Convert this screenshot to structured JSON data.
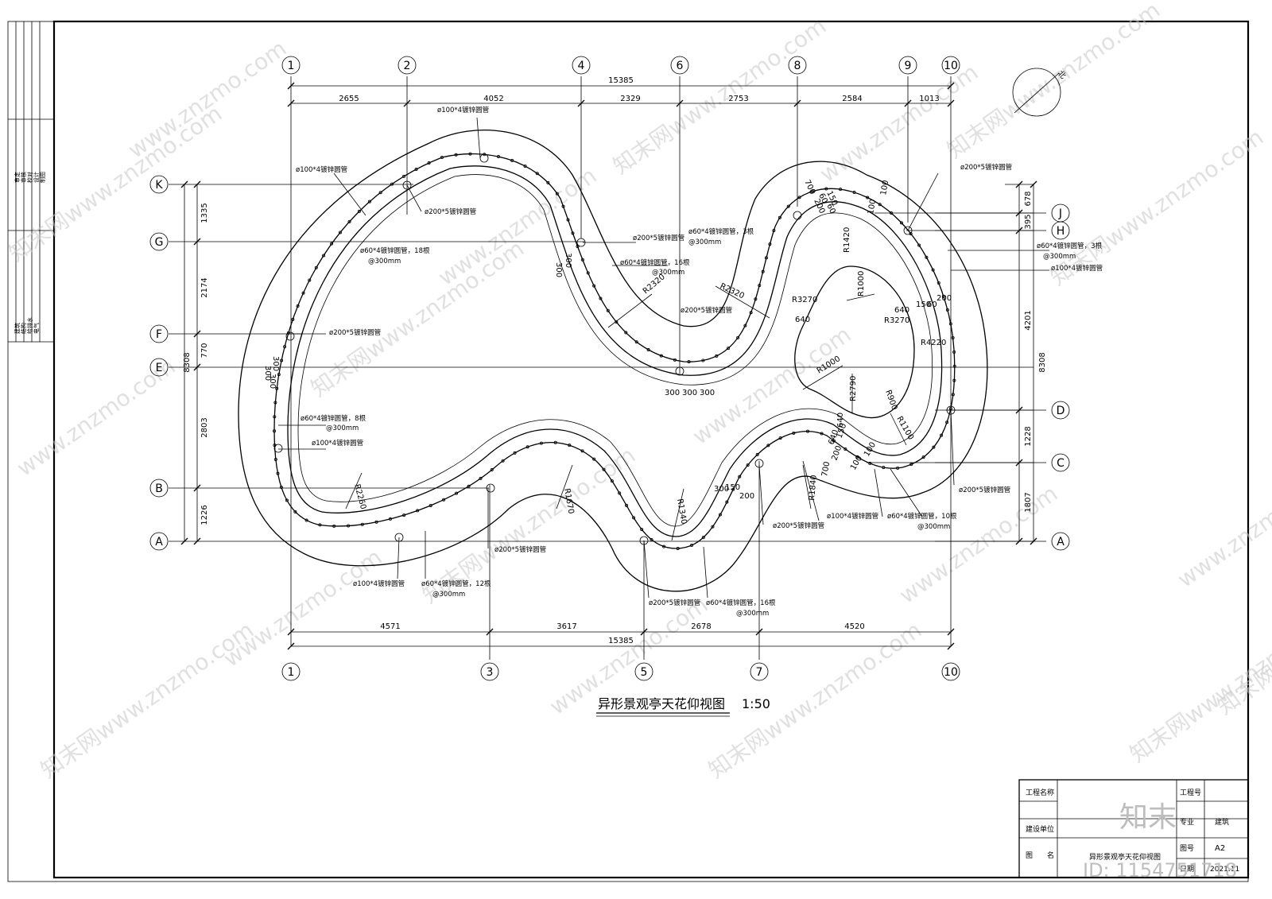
{
  "drawing": {
    "title": "异形景观亭天花仰视图",
    "scale": "1:50",
    "north_label": "北"
  },
  "axes": {
    "top": [
      "1",
      "2",
      "4",
      "6",
      "8",
      "9",
      "10"
    ],
    "bottom": [
      "1",
      "3",
      "5",
      "7",
      "10"
    ],
    "left": [
      "K",
      "G",
      "F",
      "E",
      "B",
      "A"
    ],
    "right": [
      "J",
      "H",
      "D",
      "C",
      "A"
    ]
  },
  "dimensions": {
    "top_total": "15385",
    "top_segments": [
      "2655",
      "4052",
      "2329",
      "2753",
      "2584",
      "1013"
    ],
    "bottom_total": "15385",
    "bottom_segments": [
      "4571",
      "3617",
      "2678",
      "4520"
    ],
    "left_total": "8308",
    "left_segments": [
      "1335",
      "2174",
      "770",
      "2803",
      "1226"
    ],
    "right_total": "8308",
    "right_segments": [
      "678",
      "395",
      "4201",
      "1228",
      "1807"
    ]
  },
  "radii": [
    "R2320",
    "R2320",
    "R1420",
    "R1000",
    "R3270",
    "R3270",
    "R4220",
    "R1000",
    "R2790",
    "R900",
    "R1100",
    "R1840",
    "R1340",
    "R1670",
    "R2260"
  ],
  "local_dims": [
    "640",
    "640",
    "640",
    "640",
    "150",
    "60",
    "200",
    "100",
    "100",
    "700",
    "300",
    "300",
    "300",
    "300",
    "300",
    "300",
    "300",
    "300",
    "300",
    "200",
    "150",
    "60",
    "60",
    "150",
    "200",
    "100",
    "100",
    "700"
  ],
  "annotations": {
    "pipe100": "ø100*4镀锌圆管",
    "pipe200": "ø200*5镀锌圆管",
    "pipe60_18": "ø60*4镀锌圆管，18根",
    "pipe60_16": "ø60*4镀锌圆管，16根",
    "pipe60_3": "ø60*4镀锌圆管，3根",
    "pipe60_8": "ø60*4镀锌圆管，8根",
    "pipe60_12": "ø60*4镀锌圆管，12根",
    "pipe60_10": "ø60*4镀锌圆管，10根",
    "spacing": "@300mm"
  },
  "title_block": {
    "project_name_label": "工程名称",
    "client_label": "建设单位",
    "drawing_name_label": "图　　名",
    "drawing_name_value": "异形景观亭天花仰视图",
    "project_no_label": "工程号",
    "discipline_label": "专业",
    "discipline_value": "建筑",
    "sheet_no_label": "图号",
    "sheet_no_value": "A2",
    "date_label": "日期",
    "date_value": "2021.11"
  },
  "side_strip": {
    "group1": [
      "审定",
      "审核",
      "校对",
      "设计",
      "制图"
    ],
    "group2": [
      "建筑",
      "结构",
      "给排水",
      "电气"
    ]
  },
  "watermark": {
    "site": "www.znzmo.com",
    "brand_cn": "知末网",
    "logo_text": "知末",
    "id_text": "ID: 1154751718"
  }
}
